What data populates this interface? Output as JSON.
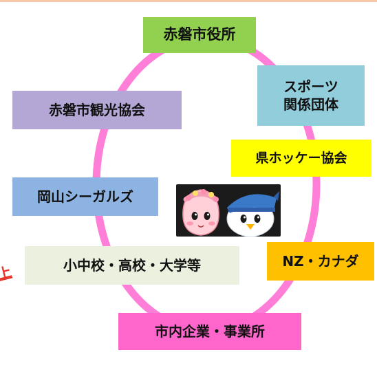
{
  "nodes": {
    "city_hall": "赤磐市役所",
    "sports_line1": "スポーツ",
    "sports_line2": "関係団体",
    "tourism": "赤磐市観光協会",
    "hockey": "県ホッケー協会",
    "seagulls": "岡山シーガルズ",
    "schools": "小中校・高校・大学等",
    "nz_canada": "NZ・カナダ",
    "companies": "市内企業・事業所"
  },
  "side_text": "上",
  "colors": {
    "ring": "#ff7fd8",
    "city_hall": "#92d050",
    "sports": "#92cddc",
    "tourism": "#b4a7d6",
    "hockey": "#ffff00",
    "seagulls": "#8db3e2",
    "schools": "#ebf1de",
    "nz_canada": "#ffc000",
    "companies": "#ff66cc"
  },
  "mascots": [
    "peach-mascot-icon",
    "bird-mascot-icon"
  ]
}
